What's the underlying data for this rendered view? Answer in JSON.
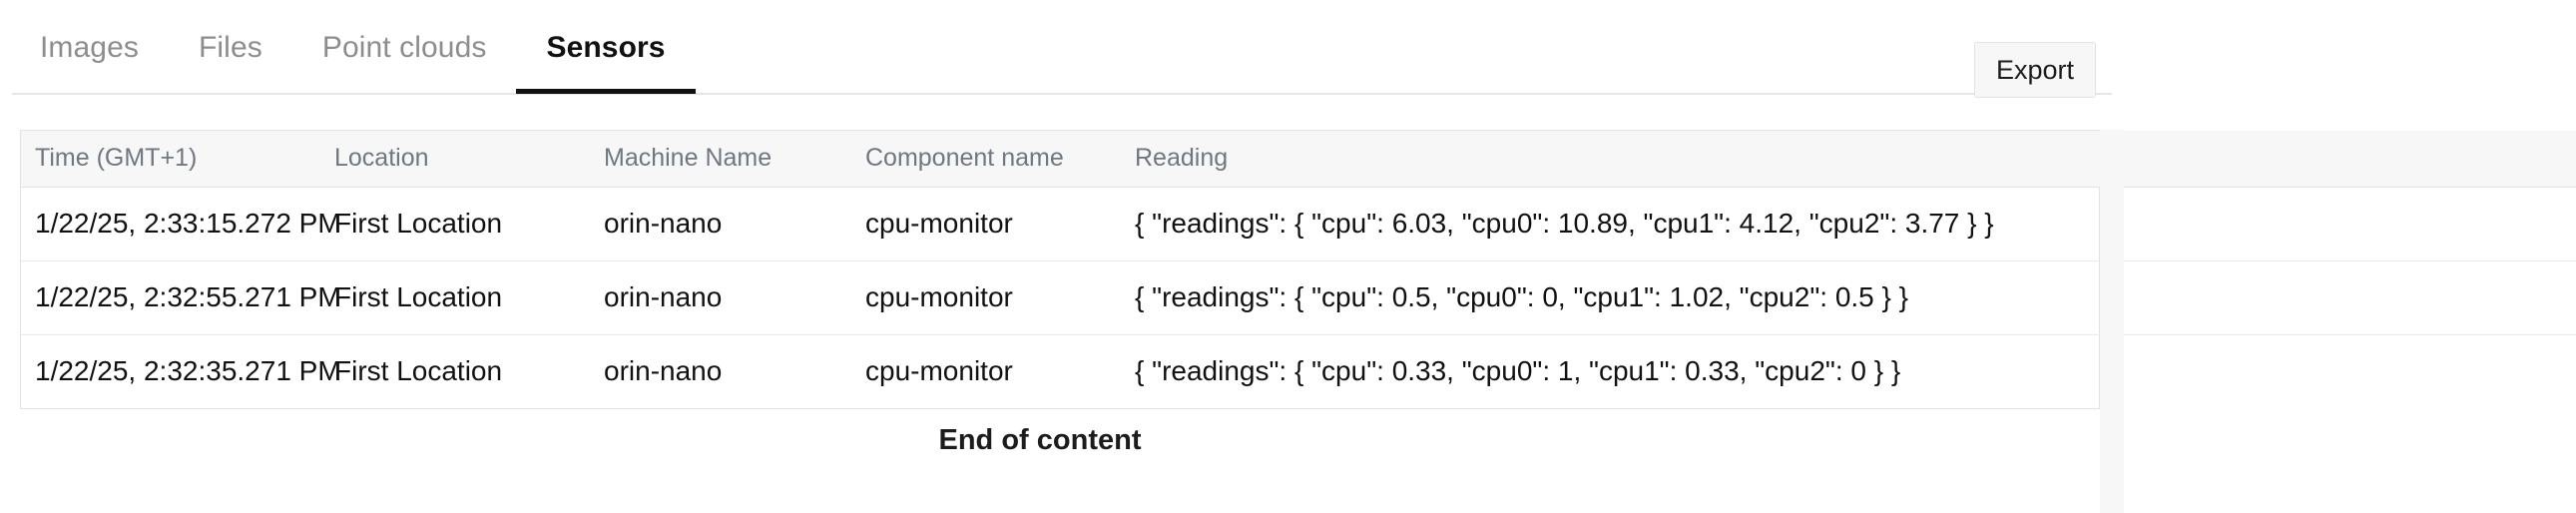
{
  "tabs": [
    {
      "label": "Images",
      "active": false
    },
    {
      "label": "Files",
      "active": false
    },
    {
      "label": "Point clouds",
      "active": false
    },
    {
      "label": "Sensors",
      "active": true
    }
  ],
  "toolbar": {
    "export_label": "Export"
  },
  "table": {
    "columns": [
      "Time (GMT+1)",
      "Location",
      "Machine Name",
      "Component name",
      "Reading"
    ],
    "rows": [
      {
        "time": "1/22/25, 2:33:15.272 PM",
        "location": "First Location",
        "machine_name": "orin-nano",
        "component_name": "cpu-monitor",
        "reading": "{ \"readings\": { \"cpu\": 6.03, \"cpu0\": 10.89, \"cpu1\": 4.12, \"cpu2\": 3.77 } }"
      },
      {
        "time": "1/22/25, 2:32:55.271 PM",
        "location": "First Location",
        "machine_name": "orin-nano",
        "component_name": "cpu-monitor",
        "reading": "{ \"readings\": { \"cpu\": 0.5, \"cpu0\": 0, \"cpu1\": 1.02, \"cpu2\": 0.5 } }"
      },
      {
        "time": "1/22/25, 2:32:35.271 PM",
        "location": "First Location",
        "machine_name": "orin-nano",
        "component_name": "cpu-monitor",
        "reading": "{ \"readings\": { \"cpu\": 0.33, \"cpu0\": 1, \"cpu1\": 0.33, \"cpu2\": 0 } }"
      }
    ]
  },
  "footer": {
    "end_of_content_label": "End of content"
  },
  "colors": {
    "accent": "#111111",
    "muted_text": "#8d8d8d",
    "header_bg": "#f7f7f7",
    "border": "#dfe3e6"
  }
}
